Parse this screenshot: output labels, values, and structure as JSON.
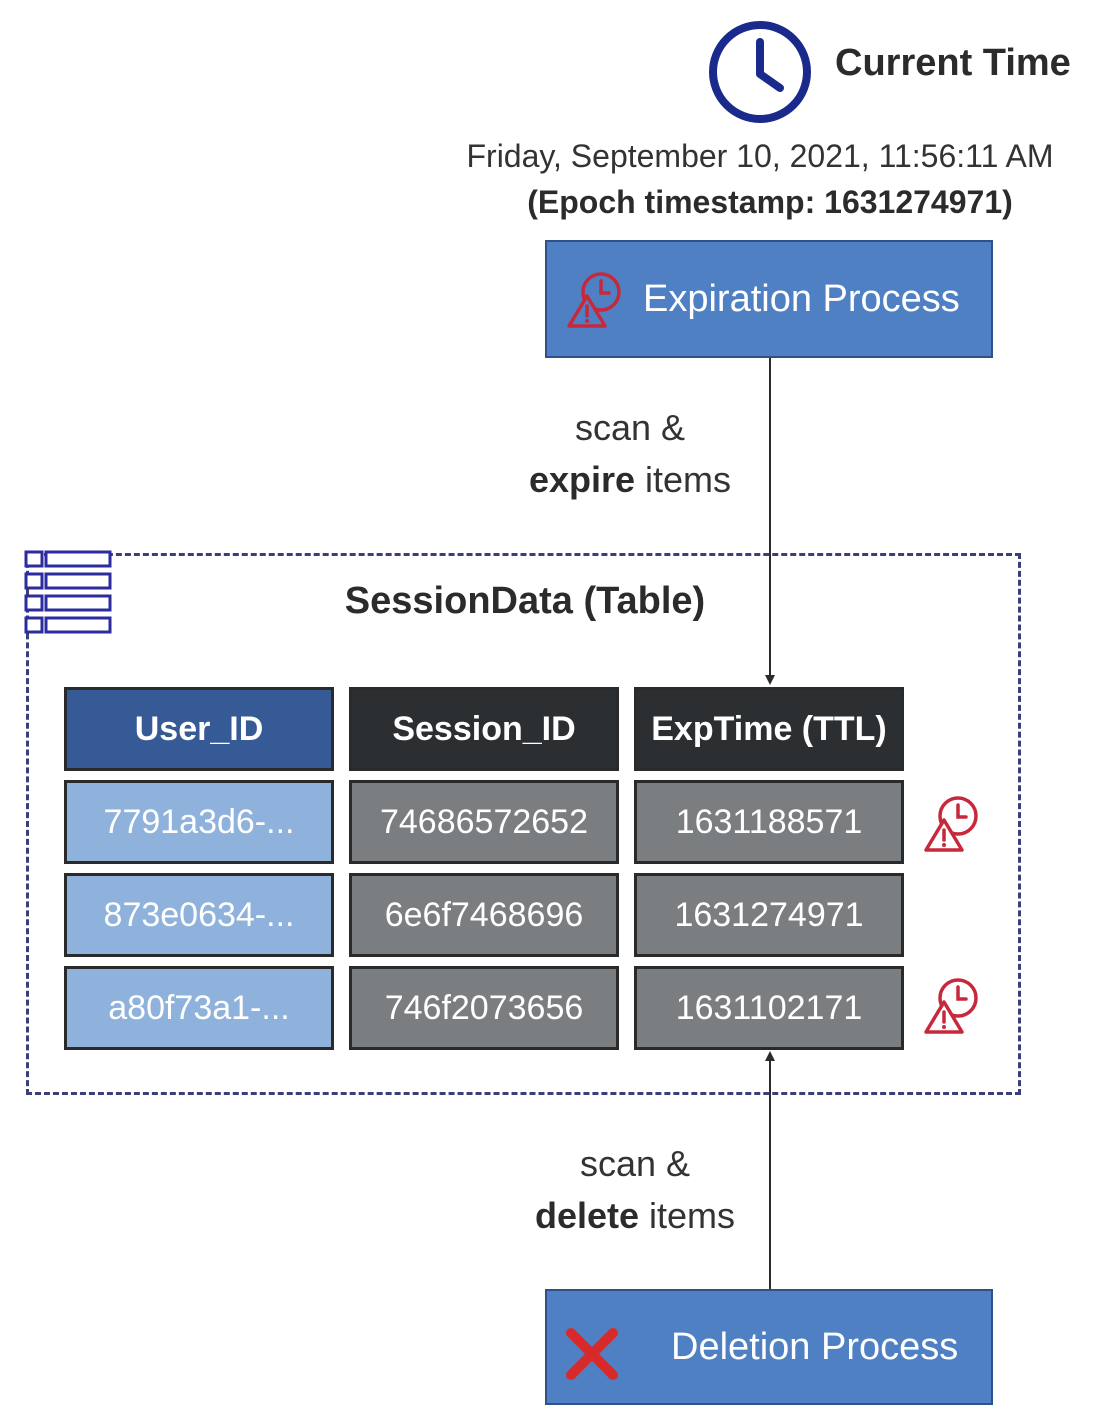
{
  "current_time": {
    "title": "Current Time",
    "date_text": "Friday, September 10, 2021, 11:56:11 AM",
    "epoch_text": "(Epoch timestamp: 1631274971)"
  },
  "expiration_process": {
    "label": "Expiration Process",
    "icon": "alarm-warning-icon"
  },
  "expire_edge": {
    "line1": "scan &",
    "bold": "expire",
    "rest": " items"
  },
  "table": {
    "title": "SessionData (Table)",
    "icon": "table-icon",
    "headers": [
      "User_ID",
      "Session_ID",
      "ExpTime (TTL)"
    ],
    "rows": [
      {
        "user_id": "7791a3d6-...",
        "session_id": "74686572652",
        "exp_time": "1631188571",
        "expired": true
      },
      {
        "user_id": "873e0634-...",
        "session_id": "6e6f7468696",
        "exp_time": "1631274971",
        "expired": false
      },
      {
        "user_id": "a80f73a1-...",
        "session_id": "746f2073656",
        "exp_time": "1631102171",
        "expired": true
      }
    ]
  },
  "delete_edge": {
    "line1": "scan &",
    "bold": "delete",
    "rest": " items"
  },
  "deletion_process": {
    "label": "Deletion Process",
    "icon": "red-x-icon"
  },
  "colors": {
    "process_box": "#4f80c3",
    "user_header": "#365a95",
    "dark_header": "#2b2f31",
    "user_cell": "#8fb2dc",
    "gray_cell": "#7a7e80",
    "alarm_red": "#c8283c",
    "clock_navy": "#1a2a8c",
    "table_border": "#3a3f7a"
  }
}
